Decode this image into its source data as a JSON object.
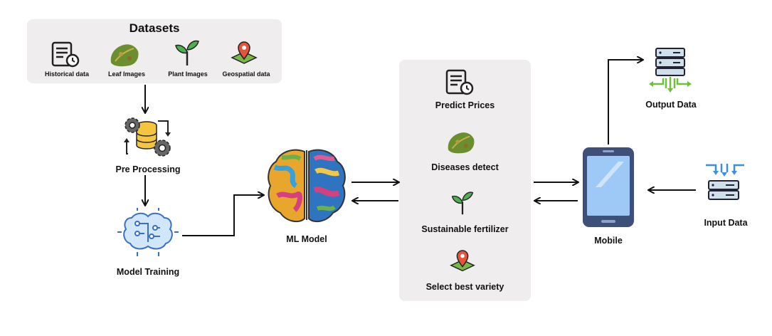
{
  "datasets": {
    "title": "Datasets",
    "items": [
      {
        "label": "Historical data",
        "icon": "document-clock-icon"
      },
      {
        "label": "Leaf Images",
        "icon": "leaf-icon"
      },
      {
        "label": "Plant Images",
        "icon": "sprout-icon"
      },
      {
        "label": "Geospatial data",
        "icon": "map-pin-icon"
      }
    ]
  },
  "steps": {
    "preprocessing": "Pre Processing",
    "training": "Model Training",
    "ml_model": "ML Model",
    "mobile": "Mobile",
    "output": "Output Data",
    "input": "Input Data"
  },
  "tasks": [
    {
      "label": "Predict Prices",
      "icon": "document-clock-icon"
    },
    {
      "label": "Diseases detect",
      "icon": "leaf-icon"
    },
    {
      "label": "Sustainable fertilizer",
      "icon": "sprout-icon"
    },
    {
      "label": "Select best variety",
      "icon": "map-pin-icon"
    }
  ],
  "colors": {
    "panel": "#efedee",
    "leaf": "#6b8e2f",
    "sprout": "#4caf50",
    "pin": "#e5533d",
    "phone_body": "#3e4f7a",
    "phone_screen": "#9ec8f5",
    "server": "#cfe0ea",
    "arrow_green": "#6fbf3a",
    "arrow_blue": "#3b8ee0"
  }
}
